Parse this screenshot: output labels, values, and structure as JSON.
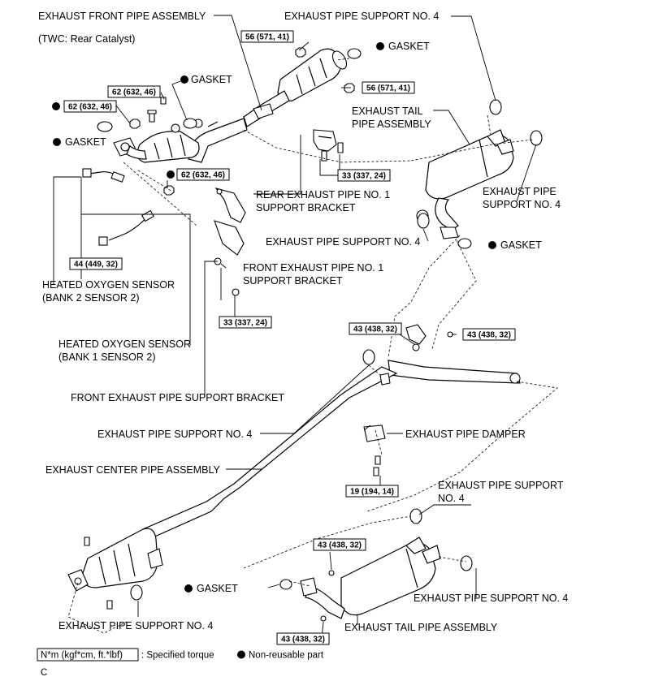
{
  "labels": {
    "exhaust_front_pipe_assembly": "EXHAUST FRONT PIPE ASSEMBLY",
    "twc_note": "(TWC: Rear Catalyst)",
    "gasket": "GASKET",
    "exhaust_pipe_support_no4": "EXHAUST PIPE SUPPORT NO. 4",
    "exhaust_tail_pipe_assembly_line1": "EXHAUST TAIL",
    "exhaust_tail_pipe_assembly_line2": "PIPE ASSEMBLY",
    "exhaust_pipe_support_no4_split_line1": "EXHAUST PIPE",
    "exhaust_pipe_support_no4_split_line2": "SUPPORT NO. 4",
    "rear_bracket_line1": "REAR EXHAUST PIPE NO. 1",
    "rear_bracket_line2": "SUPPORT BRACKET",
    "front_bracket_no1_line1": "FRONT EXHAUST PIPE NO. 1",
    "front_bracket_no1_line2": "SUPPORT BRACKET",
    "ho2s_bank2_line1": "HEATED OXYGEN SENSOR",
    "ho2s_bank2_line2": "(BANK 2 SENSOR 2)",
    "ho2s_bank1_line1": "HEATED OXYGEN SENSOR",
    "ho2s_bank1_line2": "(BANK 1 SENSOR 2)",
    "front_support_bracket": "FRONT EXHAUST PIPE SUPPORT BRACKET",
    "exhaust_pipe_damper": "EXHAUST PIPE DAMPER",
    "exhaust_center_pipe_assembly": "EXHAUST CENTER PIPE ASSEMBLY",
    "exhaust_pipe_support_line1": "EXHAUST PIPE SUPPORT",
    "exhaust_pipe_support_line2": "NO. 4",
    "exhaust_tail_pipe_assembly": "EXHAUST TAIL PIPE ASSEMBLY"
  },
  "torques": {
    "t56": "56 (571, 41)",
    "t62": "62 (632, 46)",
    "t33": "33 (337, 24)",
    "t44": "44 (449, 32)",
    "t43": "43 (438, 32)",
    "t19": "19 (194, 14)"
  },
  "legend": {
    "unit_box": "N*m (kgf*cm, ft.*lbf)",
    "specified_torque": ": Specified torque",
    "non_reusable": "Non-reusable part"
  },
  "footer_code": "C",
  "icons": {
    "non_reusable_marker": "filled-circle-icon",
    "bolt": "bolt-icon",
    "nut": "nut-icon"
  },
  "colors": {
    "line": "#000000",
    "background": "#ffffff"
  }
}
